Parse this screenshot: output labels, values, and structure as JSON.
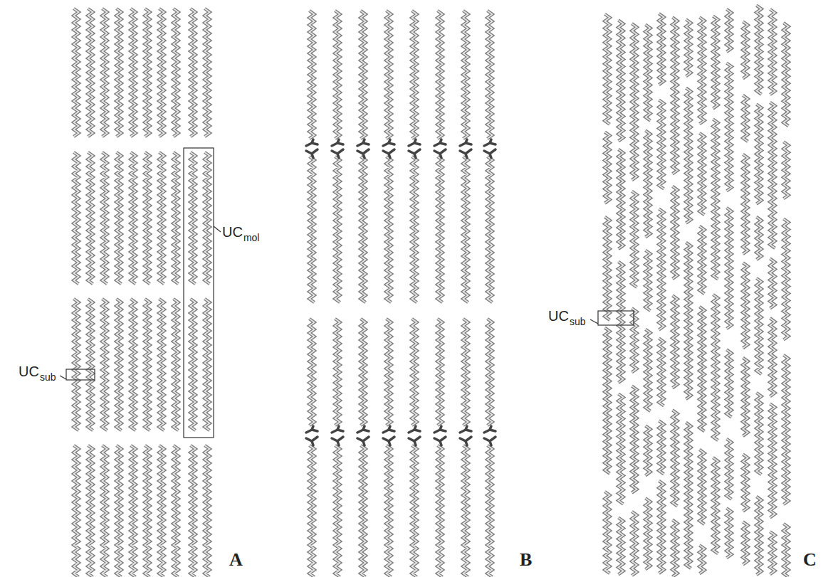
{
  "diagram": {
    "labels": [
      "UC",
      "sub",
      "UC",
      "mol",
      "A",
      "B",
      "C",
      "UC",
      "sub"
    ]
  }
}
